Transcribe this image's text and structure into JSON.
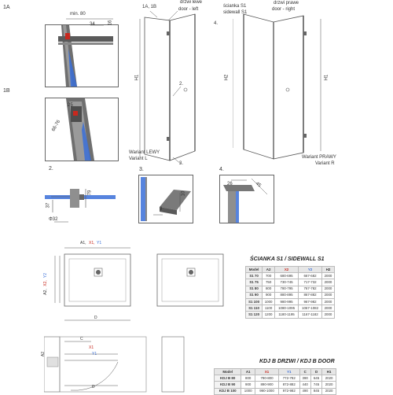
{
  "details": {
    "d1a": {
      "tag": "1A",
      "dim_top": "min. 80",
      "dim_a": "34",
      "dim_b": "16"
    },
    "d1b": {
      "tag": "1B",
      "dim_a": "25",
      "dim_b": "66-76"
    },
    "d2": {
      "tag": "2.",
      "dim_a": "37",
      "dim_b": "79",
      "dim_c": "Φ32"
    },
    "d3": {
      "tag": "3.",
      "dim_a": "9",
      "dim_b": "10"
    },
    "d4": {
      "tag": "4.",
      "dim_a": "26",
      "dim_b": "45"
    }
  },
  "main": {
    "left_door_label_1": "drzwi lewe",
    "left_door_label_2": "door - left",
    "callout_1ab": "1A, 1B",
    "callout_2": "2.",
    "callout_3": "3.",
    "wall_label_1": "ścianka S1",
    "wall_label_2": "sidewall S1",
    "callout_4": "4.",
    "right_door_label_1": "drzwi prawe",
    "right_door_label_2": "door - right",
    "h1_left": "H1",
    "h2": "H2",
    "h1_right": "H1",
    "variant_left_1": "Wariant LEWY",
    "variant_left_2": "Variant L",
    "variant_right_1": "Wariant PRAWY",
    "variant_right_2": "Variant R"
  },
  "plan": {
    "a1": "A1,",
    "x1": "X1,",
    "y1": "Y1",
    "a2": "A2,",
    "x2": "X2,",
    "y2": "Y2",
    "d": "D"
  },
  "sidewall_table": {
    "title": "ŚCIANKA S1 / SIDEWALL S1",
    "headers": [
      "Model",
      "A2",
      "X2",
      "Y2",
      "H2"
    ],
    "rows": [
      [
        "S1 70",
        "700",
        "680-695",
        "667-682",
        "2000"
      ],
      [
        "S1 75",
        "750",
        "730-745",
        "717-732",
        "2000"
      ],
      [
        "S1 80",
        "800",
        "780-795",
        "767-782",
        "2000"
      ],
      [
        "S1 90",
        "900",
        "880-895",
        "867-882",
        "2000"
      ],
      [
        "S1 100",
        "1000",
        "980-995",
        "967-982",
        "2000"
      ],
      [
        "S1 110",
        "1100",
        "1080-1095",
        "1067-1082",
        "2000"
      ],
      [
        "S1 120",
        "1200",
        "1180-1195",
        "1167-1182",
        "2000"
      ]
    ]
  },
  "door_table": {
    "title": "KDJ B DRZWI / KDJ B DOOR",
    "headers": [
      "Model",
      "A1",
      "X1",
      "Y1",
      "C",
      "D",
      "H1"
    ],
    "rows": [
      [
        "KDJ B 80",
        "800",
        "790-800",
        "772-782",
        "390",
        "645",
        "2020"
      ],
      [
        "KDJ B 90",
        "900",
        "890-900",
        "872-882",
        "440",
        "745",
        "2020"
      ],
      [
        "KDJ B 100",
        "1000",
        "990-1000",
        "972-982",
        "490",
        "845",
        "2020"
      ]
    ]
  },
  "door_swing": {
    "a2": "A2",
    "x1": "X1",
    "y1": "Y1",
    "c": "C",
    "d": "D"
  },
  "colors": {
    "accent_red": "#c8281e",
    "glass_blue": "#3a6fd8",
    "line_gray": "#555555"
  }
}
